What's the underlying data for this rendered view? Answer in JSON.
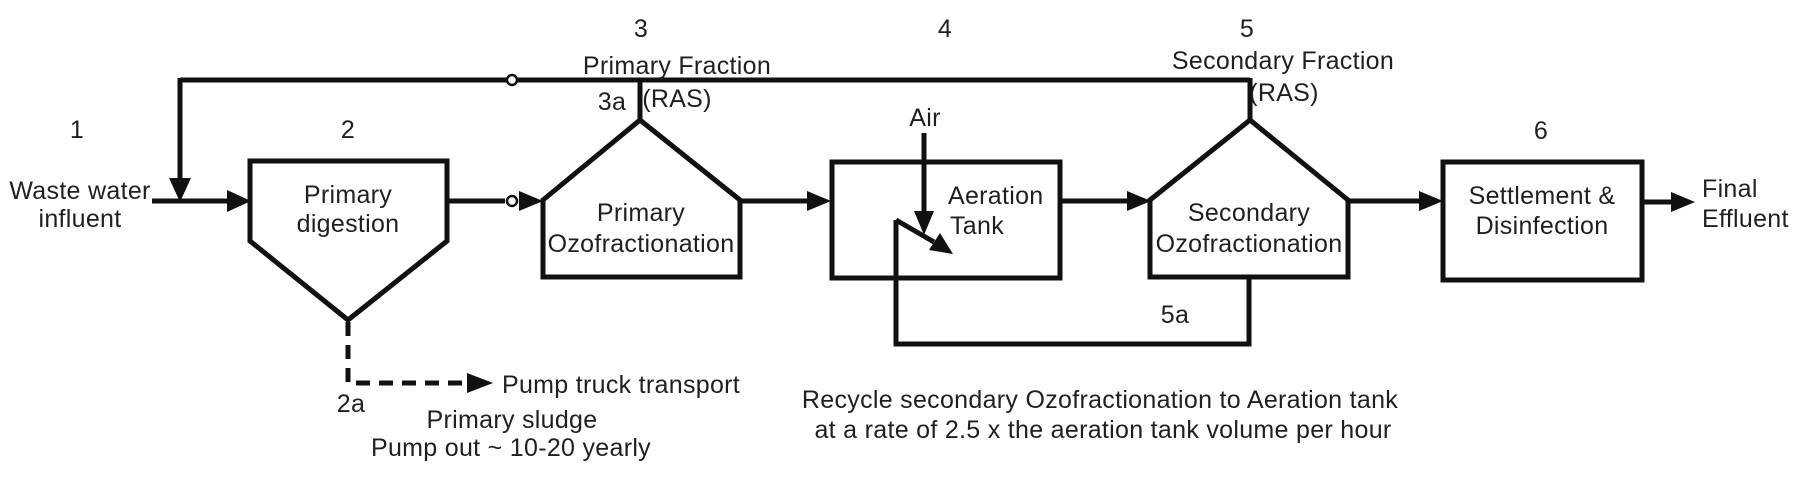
{
  "colors": {
    "background": "#ffffff",
    "line": "#111111",
    "text": "#1f1f1f"
  },
  "stages": {
    "s1": {
      "number": "1",
      "label1": "Waste water",
      "label2": "influent"
    },
    "s2": {
      "number": "2",
      "label1": "Primary",
      "label2": "digestion"
    },
    "s3": {
      "number": "3",
      "sub": "3a",
      "label1": "Primary",
      "label2": "Ozofractionation",
      "fraction1": "Primary Fraction",
      "fraction2": "(RAS)"
    },
    "s4": {
      "number": "4",
      "label1": "Aeration",
      "label2": "Tank",
      "air": "Air"
    },
    "s5": {
      "number": "5",
      "sub": "5a",
      "label1": "Secondary",
      "label2": "Ozofractionation",
      "fraction1": "Secondary Fraction",
      "fraction2": "(RAS)"
    },
    "s6": {
      "number": "6",
      "label1": "Settlement &",
      "label2": "Disinfection"
    },
    "effluent": {
      "label1": "Final",
      "label2": "Effluent"
    }
  },
  "sludge": {
    "sub": "2a",
    "transport": "Pump truck transport",
    "line1": "Primary sludge",
    "line2": "Pump out ~ 10-20 yearly"
  },
  "note": {
    "line1": "Recycle secondary Ozofractionation to Aeration tank",
    "line2": "at a rate of 2.5 x the aeration tank volume per hour"
  }
}
